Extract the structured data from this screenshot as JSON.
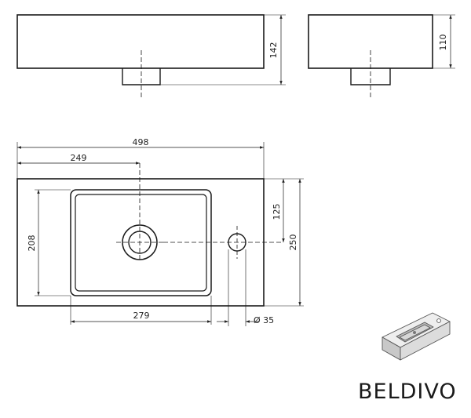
{
  "dimensions": {
    "side_height": "142",
    "front_height": "110",
    "total_width": "498",
    "drain_offset": "249",
    "total_depth": "250",
    "tap_offset": "125",
    "basin_depth": "208",
    "basin_width": "279",
    "tap_hole": "Ø 35"
  },
  "brand": {
    "name": "BELDIVO"
  },
  "icons": {
    "thumbnail": "basin-3d-thumbnail"
  }
}
